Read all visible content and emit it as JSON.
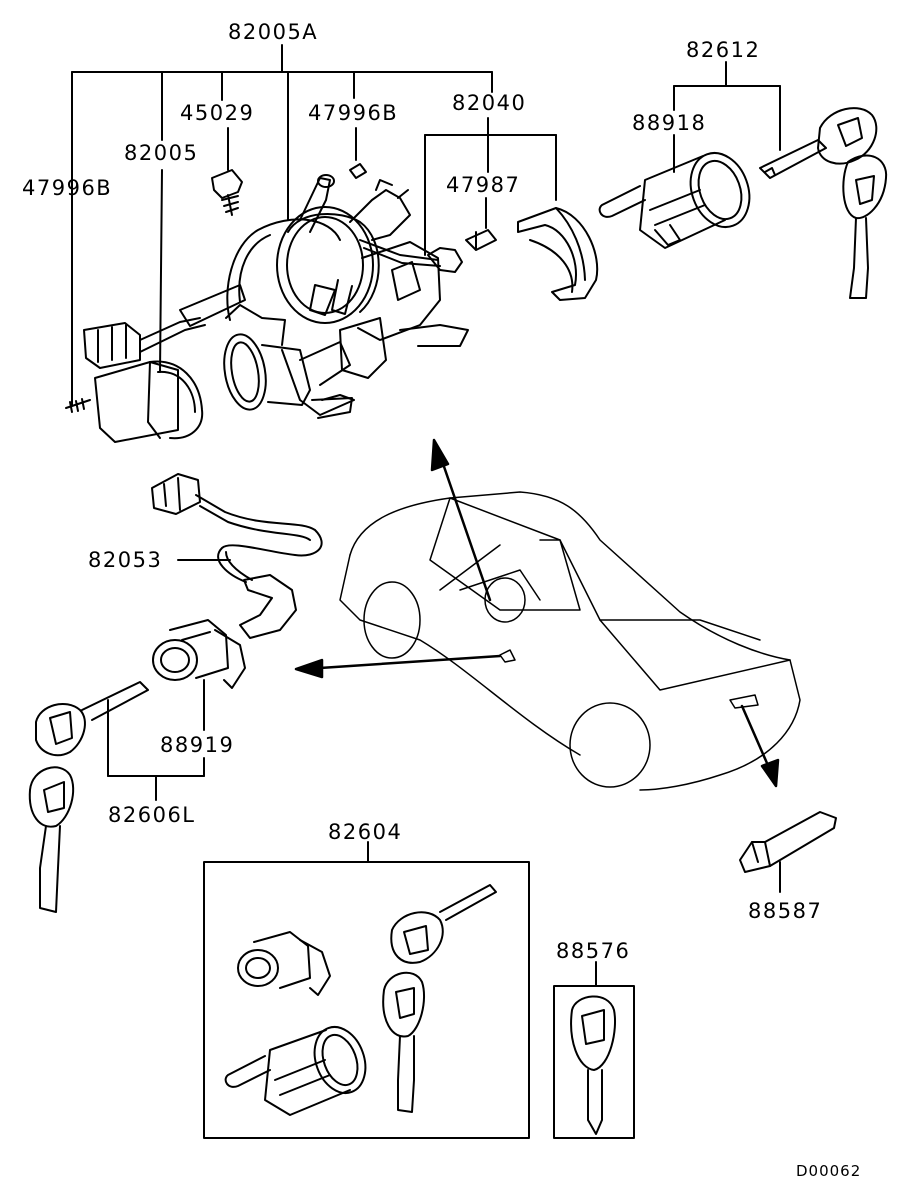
{
  "diagram": {
    "labels": {
      "p82005A": "82005A",
      "p45029": "45029",
      "p47996B_top": "47996B",
      "p82005": "82005",
      "p47996B_left": "47996B",
      "p82040": "82040",
      "p47987": "47987",
      "p82612": "82612",
      "p88918": "88918",
      "p82053": "82053",
      "p88919": "88919",
      "p82606L": "82606L",
      "p82604": "82604",
      "p88576": "88576",
      "p88587": "88587"
    },
    "figure_code": "D00062"
  }
}
